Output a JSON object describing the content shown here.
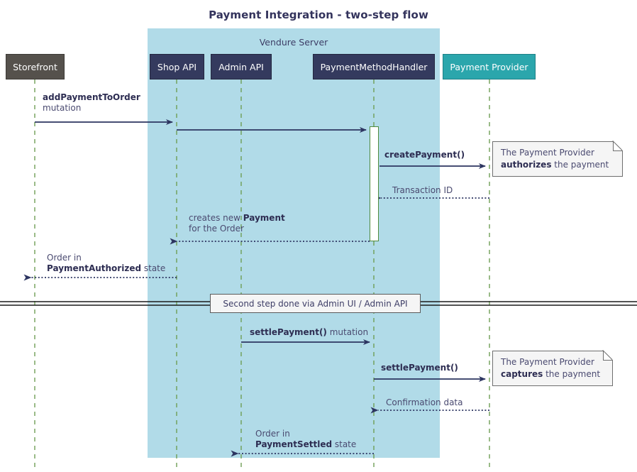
{
  "title": "Payment Integration - two-step flow",
  "colors": {
    "group_fill": "#b1dbe8",
    "participant_dark": "#343a5e",
    "participant_grey": "#55514c",
    "participant_teal": "#2ba6ac",
    "lifeline": "#6f9e55",
    "arrow": "#2d3561",
    "note_fill": "#f5f5f5",
    "text": "#4a4a70"
  },
  "group": {
    "label": "Vendure Server"
  },
  "participants": [
    {
      "id": "storefront",
      "label": "Storefront",
      "style": "p-grey"
    },
    {
      "id": "shop-api",
      "label": "Shop API",
      "style": "p-dark"
    },
    {
      "id": "admin-api",
      "label": "Admin API",
      "style": "p-dark"
    },
    {
      "id": "pm-handler",
      "label": "PaymentMethodHandler",
      "style": "p-dark"
    },
    {
      "id": "provider",
      "label": "Payment Provider",
      "style": "p-teal"
    }
  ],
  "messages": [
    {
      "id": "m1",
      "bold": "addPaymentToOrder",
      "plain": "mutation",
      "two_line": true
    },
    {
      "id": "m2",
      "bold": "createPayment()",
      "plain": ""
    },
    {
      "id": "m3",
      "bold": "",
      "plain": "Transaction ID"
    },
    {
      "id": "m4",
      "line1_plain": "creates new ",
      "line1_bold": "Payment",
      "line2_plain": "for the Order"
    },
    {
      "id": "m5",
      "line1_plain": "Order in",
      "line2_bold": "PaymentAuthorized",
      "line2_plain": " state"
    },
    {
      "id": "m6",
      "bold": "settlePayment()",
      "plain": " mutation"
    },
    {
      "id": "m7",
      "bold": "settlePayment()",
      "plain": ""
    },
    {
      "id": "m8",
      "bold": "",
      "plain": "Confirmation data"
    },
    {
      "id": "m9",
      "line1_plain": "Order in",
      "line2_bold": "PaymentSettled",
      "line2_plain": " state"
    }
  ],
  "notes": [
    {
      "id": "note-authorize",
      "line1": "The Payment Provider",
      "bold": "authorizes",
      "tail": " the payment"
    },
    {
      "id": "note-capture",
      "line1": "The Payment Provider",
      "bold": "captures",
      "tail": " the payment"
    }
  ],
  "divider": {
    "label": "Second step done via Admin UI / Admin API"
  }
}
